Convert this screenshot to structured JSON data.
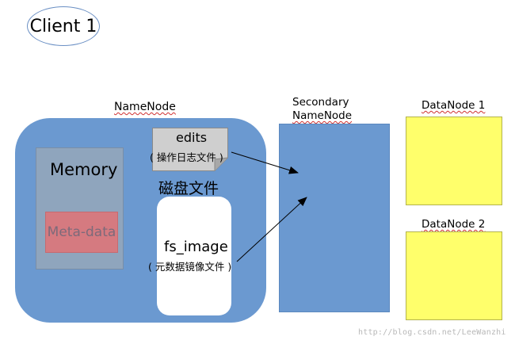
{
  "client": {
    "label": "Client 1"
  },
  "namenode": {
    "label": "NameNode",
    "memory": {
      "label": "Memory",
      "metadata": "Meta-data"
    },
    "disk_title": "磁盘文件",
    "edits": {
      "title": "edits",
      "subtitle": "( 操作日志文件 )"
    },
    "fsimage": {
      "title": "fs_image",
      "subtitle": "( 元数据镜像文件 )"
    }
  },
  "secondary": {
    "line1": "Secondary",
    "line2": "NameNode"
  },
  "datanodes": [
    {
      "label": "DataNode 1"
    },
    {
      "label": "DataNode 2"
    }
  ],
  "watermark": "http://blog.csdn.net/LeeWanzhi",
  "colors": {
    "node_blue": "#6b99d0",
    "memory_gray": "#8fa5bd",
    "metadata_red": "#d57a80",
    "datanode_yellow": "#ffff6b",
    "note_gray": "#cfcfcf",
    "client_border": "#6a8fc4"
  }
}
